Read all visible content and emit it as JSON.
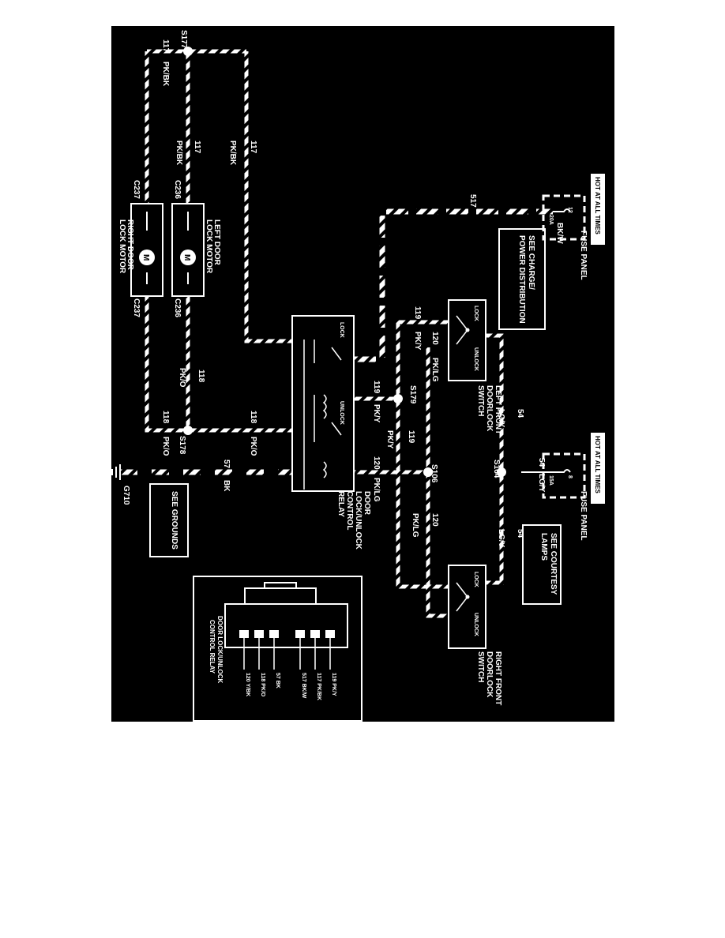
{
  "colors": {
    "background": "#000000",
    "wire": "#ffffff",
    "page": "#ffffff"
  },
  "fuse_panel_1": {
    "header": "HOT AT ALL TIMES",
    "label": "FUSE PANEL",
    "fuse_rating": "20A",
    "fuse_number": "12"
  },
  "fuse_panel_2": {
    "header": "HOT AT ALL TIMES",
    "label": "FUSE PANEL",
    "fuse_rating": "15A",
    "fuse_number": "8"
  },
  "see_charge": {
    "line1": "SEE CHARGE/",
    "line2": "POWER DISTRIBUTION"
  },
  "see_courtesy": {
    "line1": "SEE COURTESY",
    "line2": "LAMPS"
  },
  "see_grounds": {
    "text": "SEE GROUNDS"
  },
  "left_switch": {
    "line1": "LEFT FRONT",
    "line2": "DOORLOCK",
    "line3": "SWITCH",
    "lock": "LOCK",
    "unlock": "UNLOCK"
  },
  "right_switch": {
    "line1": "RIGHT FRONT",
    "line2": "DOORLOCK",
    "line3": "SWITCH",
    "lock": "LOCK",
    "unlock": "UNLOCK"
  },
  "relay": {
    "line1": "DOOR",
    "line2": "LOCK/UNLOCK",
    "line3": "CONTROL",
    "line4": "RELAY",
    "lock": "LOCK",
    "unlock": "UNLOCK"
  },
  "left_motor": {
    "line1": "LEFT DOOR",
    "line2": "LOCK MOTOR",
    "connector": "C236",
    "symbol": "M"
  },
  "right_motor": {
    "line1": "RIGHT DOOR",
    "line2": "LOCK MOTOR",
    "connector": "C237",
    "symbol": "M"
  },
  "splices": {
    "s177": "S177",
    "s178": "S178",
    "s179": "S179",
    "s106": "S106",
    "s164": "S164",
    "g710": "G710"
  },
  "wires": {
    "w117": "117",
    "pkbk": "PK/BK",
    "w118": "118",
    "pko": "PK/O",
    "w119": "119",
    "pky": "PK/Y",
    "w120": "120",
    "pklg": "PK/LG",
    "w517": "517",
    "bkw": "BK/W",
    "w54": "54",
    "lgy": "LG/Y",
    "w57": "57",
    "bk": "BK"
  },
  "connector_view": {
    "title_line1": "DOOR LOCK/UNLOCK",
    "title_line2": "CONTROL RELAY",
    "pins": [
      "119 PK/Y",
      "117 PK/BK",
      "517 BK/W",
      "57 BK",
      "118 PK/O",
      "120 Y/BK"
    ]
  }
}
